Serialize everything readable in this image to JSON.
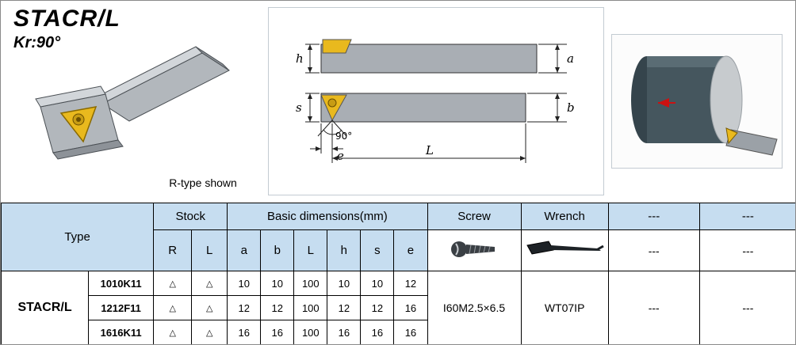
{
  "header": {
    "title": "STACR/L",
    "subtitle": "Kr:90°",
    "caption": "R-type shown"
  },
  "drawing": {
    "h": "h",
    "a": "a",
    "s": "s",
    "b": "b",
    "angle": "90°",
    "e": "e",
    "L": "L"
  },
  "icons": {
    "screw": "screw-icon",
    "wrench": "wrench-icon",
    "rotation_arrow": "rotation-arrow-icon"
  },
  "table": {
    "type_header": "Type",
    "stock_header": "Stock",
    "dims_header": "Basic dimensions(mm)",
    "screw_header": "Screw",
    "wrench_header": "Wrench",
    "dash_header_1": "---",
    "dash_header_2": "---",
    "subheaders": [
      "R",
      "L",
      "a",
      "b",
      "L",
      "h",
      "s",
      "e"
    ],
    "dash_sub_1": "---",
    "dash_sub_2": "---",
    "type_label": "STACR/L",
    "rows": [
      {
        "model": "1010K11",
        "r": "△",
        "l": "△",
        "a": "10",
        "b": "10",
        "L": "100",
        "h": "10",
        "s": "10",
        "e": "12"
      },
      {
        "model": "1212F11",
        "r": "△",
        "l": "△",
        "a": "12",
        "b": "12",
        "L": "100",
        "h": "12",
        "s": "12",
        "e": "16"
      },
      {
        "model": "1616K11",
        "r": "△",
        "l": "△",
        "a": "16",
        "b": "16",
        "L": "100",
        "h": "16",
        "s": "16",
        "e": "16"
      }
    ],
    "screw_value": "I60M2.5×6.5",
    "wrench_value": "WT07IP",
    "dash_value_1": "---",
    "dash_value_2": "---"
  },
  "colors": {
    "header_bg": "#c6ddf0",
    "insert_yellow": "#e9b91e",
    "arrow_red": "#cc1111"
  }
}
